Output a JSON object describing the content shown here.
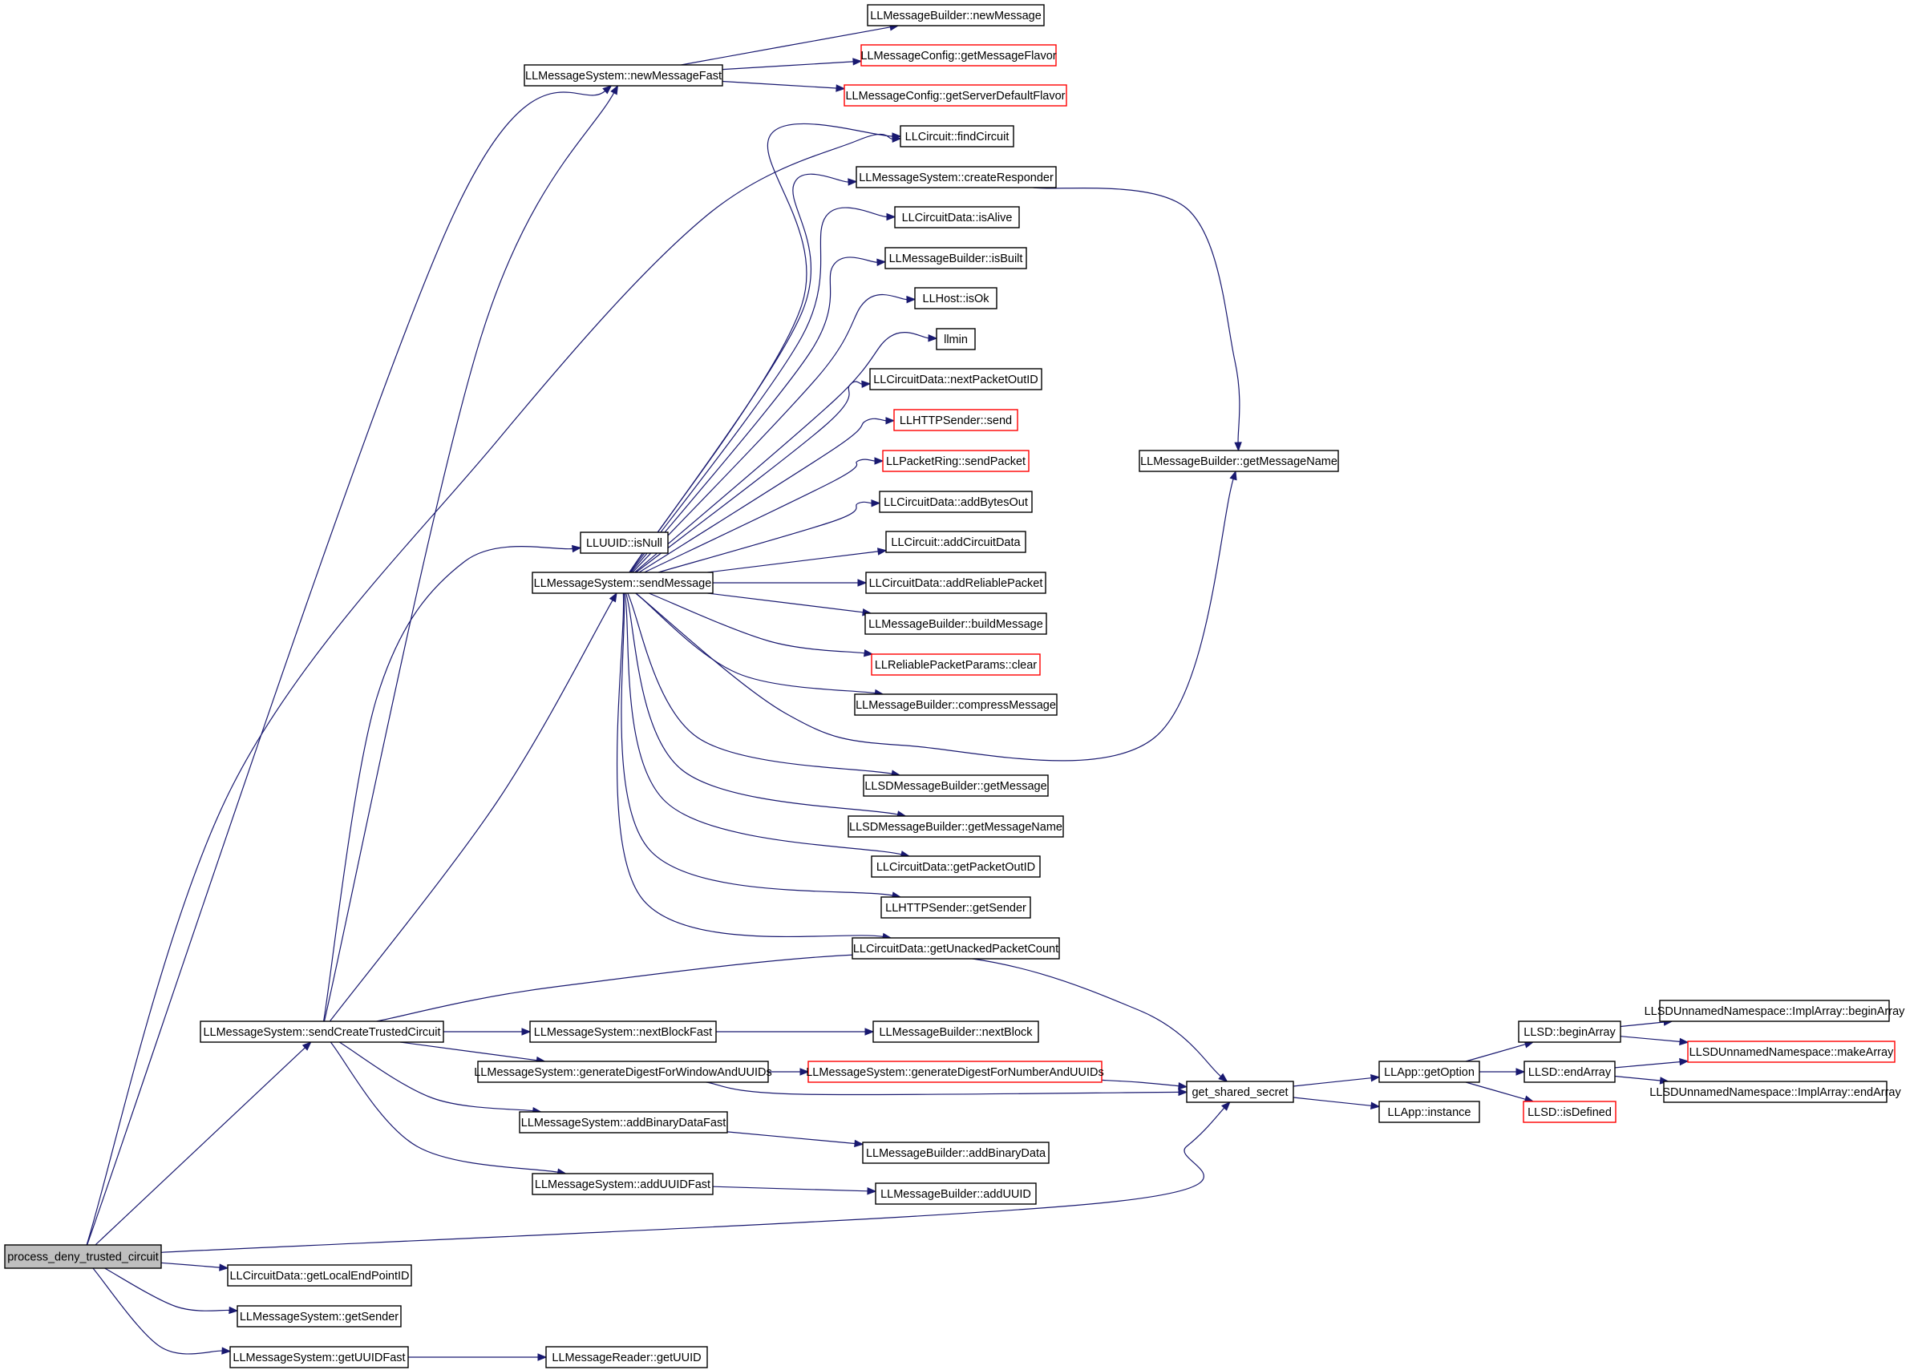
{
  "colors": {
    "edge": "#191970",
    "node_border": "#000000",
    "truncated_border": "#ff0000",
    "root_fill": "#bfbfbf",
    "background": "#ffffff"
  },
  "nodes": {
    "n_process": {
      "label": "process_deny_trusted_circuit",
      "style": "root"
    },
    "n_newMessageFast": {
      "label": "LLMessageSystem::newMessageFast"
    },
    "n_newMessage": {
      "label": "LLMessageBuilder::newMessage"
    },
    "n_getMessageFlavor": {
      "label": "LLMessageConfig::getMessageFlavor",
      "style": "truncated"
    },
    "n_getServerDefaultFlavor": {
      "label": "LLMessageConfig::getServerDefaultFlavor",
      "style": "truncated"
    },
    "n_findCircuit": {
      "label": "LLCircuit::findCircuit"
    },
    "n_createResponder": {
      "label": "LLMessageSystem::createResponder"
    },
    "n_isAlive": {
      "label": "LLCircuitData::isAlive"
    },
    "n_isBuilt": {
      "label": "LLMessageBuilder::isBuilt"
    },
    "n_isOk": {
      "label": "LLHost::isOk"
    },
    "n_llmin": {
      "label": "llmin"
    },
    "n_nextPacketOutID": {
      "label": "LLCircuitData::nextPacketOutID"
    },
    "n_httpSend": {
      "label": "LLHTTPSender::send",
      "style": "truncated"
    },
    "n_sendPacket": {
      "label": "LLPacketRing::sendPacket",
      "style": "truncated"
    },
    "n_getMessageName": {
      "label": "LLMessageBuilder::getMessageName"
    },
    "n_addBytesOut": {
      "label": "LLCircuitData::addBytesOut"
    },
    "n_addCircuitData": {
      "label": "LLCircuit::addCircuitData"
    },
    "n_isNull": {
      "label": "LLUUID::isNull"
    },
    "n_sendMessage": {
      "label": "LLMessageSystem::sendMessage"
    },
    "n_addReliablePacket": {
      "label": "LLCircuitData::addReliablePacket"
    },
    "n_buildMessage": {
      "label": "LLMessageBuilder::buildMessage"
    },
    "n_clear": {
      "label": "LLReliablePacketParams::clear",
      "style": "truncated"
    },
    "n_compressMessage": {
      "label": "LLMessageBuilder::compressMessage"
    },
    "n_sdGetMessage": {
      "label": "LLSDMessageBuilder::getMessage"
    },
    "n_sdGetMessageName": {
      "label": "LLSDMessageBuilder::getMessageName"
    },
    "n_getPacketOutID": {
      "label": "LLCircuitData::getPacketOutID"
    },
    "n_getSender": {
      "label": "LLHTTPSender::getSender"
    },
    "n_getUnackedPacketCount": {
      "label": "LLCircuitData::getUnackedPacketCount"
    },
    "n_sendCreateTrustedCircuit": {
      "label": "LLMessageSystem::sendCreateTrustedCircuit"
    },
    "n_nextBlockFast": {
      "label": "LLMessageSystem::nextBlockFast"
    },
    "n_nextBlock": {
      "label": "LLMessageBuilder::nextBlock"
    },
    "n_genDigestWindow": {
      "label": "LLMessageSystem::generateDigestForWindowAndUUIDs"
    },
    "n_genDigestNumber": {
      "label": "LLMessageSystem::generateDigestForNumberAndUUIDs",
      "style": "truncated"
    },
    "n_getSharedSecret": {
      "label": "get_shared_secret"
    },
    "n_getOption": {
      "label": "LLApp::getOption"
    },
    "n_instance": {
      "label": "LLApp::instance"
    },
    "n_beginArray": {
      "label": "LLSD::beginArray"
    },
    "n_endArray": {
      "label": "LLSD::endArray"
    },
    "n_isDefined": {
      "label": "LLSD::isDefined",
      "style": "truncated"
    },
    "n_implBeginArray": {
      "label": "LLSDUnnamedNamespace::ImplArray::beginArray"
    },
    "n_makeArray": {
      "label": "LLSDUnnamedNamespace::makeArray",
      "style": "truncated"
    },
    "n_implEndArray": {
      "label": "LLSDUnnamedNamespace::ImplArray::endArray"
    },
    "n_addBinaryDataFast": {
      "label": "LLMessageSystem::addBinaryDataFast"
    },
    "n_addBinaryData": {
      "label": "LLMessageBuilder::addBinaryData"
    },
    "n_addUUIDFast": {
      "label": "LLMessageSystem::addUUIDFast"
    },
    "n_addUUID": {
      "label": "LLMessageBuilder::addUUID"
    },
    "n_getLocalEndPointID": {
      "label": "LLCircuitData::getLocalEndPointID"
    },
    "n_msGetSender": {
      "label": "LLMessageSystem::getSender"
    },
    "n_getUUIDFast": {
      "label": "LLMessageSystem::getUUIDFast"
    },
    "n_readerGetUUID": {
      "label": "LLMessageReader::getUUID"
    }
  },
  "edges": [
    [
      "n_process",
      "n_newMessageFast"
    ],
    [
      "n_process",
      "n_findCircuit"
    ],
    [
      "n_process",
      "n_sendCreateTrustedCircuit"
    ],
    [
      "n_process",
      "n_getSharedSecret"
    ],
    [
      "n_process",
      "n_getLocalEndPointID"
    ],
    [
      "n_process",
      "n_msGetSender"
    ],
    [
      "n_process",
      "n_getUUIDFast"
    ],
    [
      "n_newMessageFast",
      "n_newMessage"
    ],
    [
      "n_newMessageFast",
      "n_getMessageFlavor"
    ],
    [
      "n_newMessageFast",
      "n_getServerDefaultFlavor"
    ],
    [
      "n_sendMessage",
      "n_findCircuit"
    ],
    [
      "n_sendMessage",
      "n_createResponder"
    ],
    [
      "n_sendMessage",
      "n_isAlive"
    ],
    [
      "n_sendMessage",
      "n_isBuilt"
    ],
    [
      "n_sendMessage",
      "n_isOk"
    ],
    [
      "n_sendMessage",
      "n_llmin"
    ],
    [
      "n_sendMessage",
      "n_nextPacketOutID"
    ],
    [
      "n_sendMessage",
      "n_httpSend"
    ],
    [
      "n_sendMessage",
      "n_sendPacket"
    ],
    [
      "n_sendMessage",
      "n_addBytesOut"
    ],
    [
      "n_sendMessage",
      "n_addCircuitData"
    ],
    [
      "n_sendMessage",
      "n_addReliablePacket"
    ],
    [
      "n_sendMessage",
      "n_buildMessage"
    ],
    [
      "n_sendMessage",
      "n_clear"
    ],
    [
      "n_sendMessage",
      "n_compressMessage"
    ],
    [
      "n_sendMessage",
      "n_getMessageName"
    ],
    [
      "n_sendMessage",
      "n_sdGetMessage"
    ],
    [
      "n_sendMessage",
      "n_sdGetMessageName"
    ],
    [
      "n_sendMessage",
      "n_getPacketOutID"
    ],
    [
      "n_sendMessage",
      "n_getSender"
    ],
    [
      "n_sendMessage",
      "n_getUnackedPacketCount"
    ],
    [
      "n_createResponder",
      "n_getMessageName"
    ],
    [
      "n_sendCreateTrustedCircuit",
      "n_newMessageFast"
    ],
    [
      "n_sendCreateTrustedCircuit",
      "n_isNull"
    ],
    [
      "n_sendCreateTrustedCircuit",
      "n_sendMessage"
    ],
    [
      "n_sendCreateTrustedCircuit",
      "n_getSharedSecret"
    ],
    [
      "n_sendCreateTrustedCircuit",
      "n_nextBlockFast"
    ],
    [
      "n_sendCreateTrustedCircuit",
      "n_genDigestWindow"
    ],
    [
      "n_sendCreateTrustedCircuit",
      "n_addBinaryDataFast"
    ],
    [
      "n_sendCreateTrustedCircuit",
      "n_addUUIDFast"
    ],
    [
      "n_nextBlockFast",
      "n_nextBlock"
    ],
    [
      "n_genDigestWindow",
      "n_genDigestNumber"
    ],
    [
      "n_genDigestWindow",
      "n_getSharedSecret"
    ],
    [
      "n_genDigestNumber",
      "n_getSharedSecret"
    ],
    [
      "n_getSharedSecret",
      "n_getOption"
    ],
    [
      "n_getSharedSecret",
      "n_instance"
    ],
    [
      "n_getOption",
      "n_beginArray"
    ],
    [
      "n_getOption",
      "n_endArray"
    ],
    [
      "n_getOption",
      "n_isDefined"
    ],
    [
      "n_beginArray",
      "n_implBeginArray"
    ],
    [
      "n_beginArray",
      "n_makeArray"
    ],
    [
      "n_endArray",
      "n_makeArray"
    ],
    [
      "n_endArray",
      "n_implEndArray"
    ],
    [
      "n_addBinaryDataFast",
      "n_addBinaryData"
    ],
    [
      "n_addUUIDFast",
      "n_addUUID"
    ],
    [
      "n_getUUIDFast",
      "n_readerGetUUID"
    ]
  ]
}
